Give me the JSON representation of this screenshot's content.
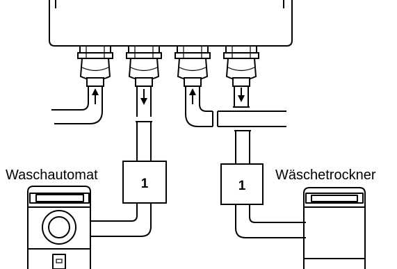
{
  "labels": {
    "left_appliance": "Waschautomat",
    "right_appliance": "Wäschetrockner",
    "left_box": "1",
    "right_box": "1"
  },
  "components": {
    "housing": "housing-unit",
    "glands": 4,
    "arrows": [
      "up",
      "down",
      "up",
      "down"
    ]
  }
}
